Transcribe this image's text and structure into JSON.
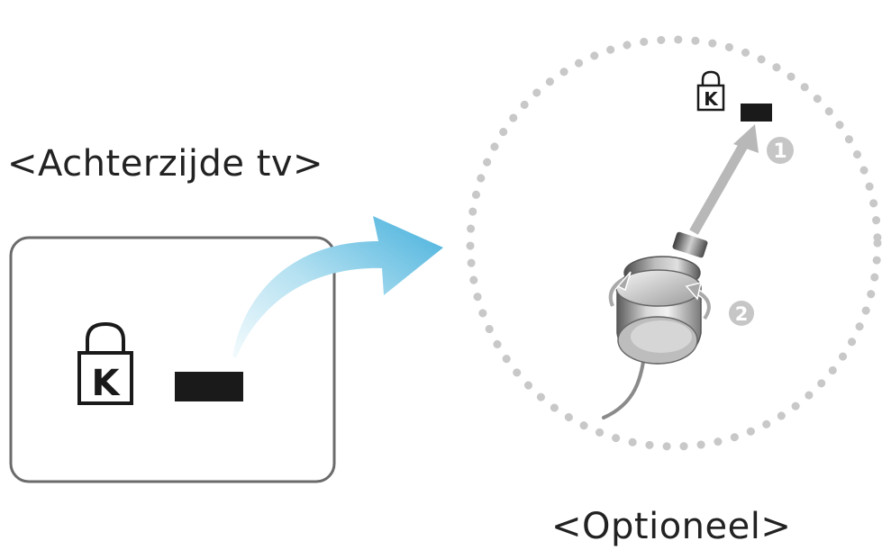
{
  "labels": {
    "back_of_tv": "<Achterzijde tv>",
    "optional": "<Optioneel>"
  },
  "lock_symbol_letter": "K",
  "steps": {
    "step_1": "1",
    "step_2": "2"
  },
  "colors": {
    "panel_border": "#6b6b6b",
    "slot": "#1a1a1a",
    "dotted_circle": "#c8c8c8",
    "arrow_gradient_start": "#e8f6fb",
    "arrow_gradient_end": "#4ab3dd",
    "insert_arrow": "#b8b8b8",
    "step_badge": "#c6c6c6",
    "lock_body_light": "#e4e4e4",
    "lock_body_dark": "#6a6a6a"
  }
}
